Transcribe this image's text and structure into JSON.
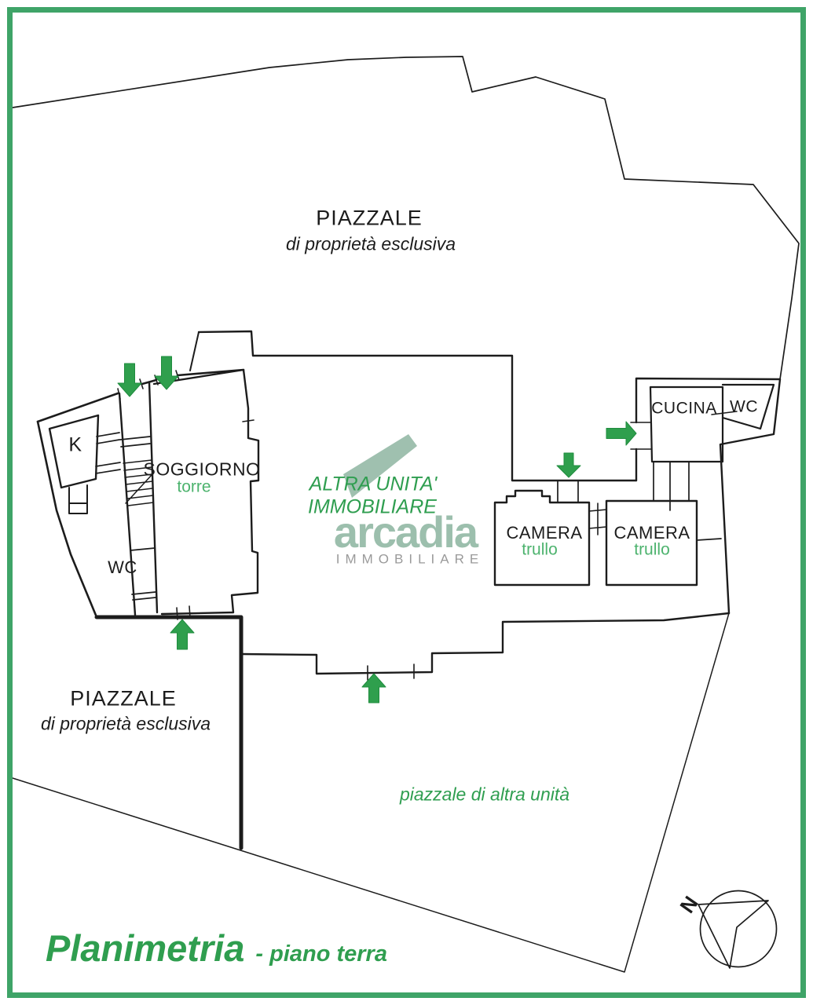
{
  "areas": {
    "piazzale_top": {
      "title": "PIAZZALE",
      "subtitle": "di proprietà esclusiva"
    },
    "piazzale_bottom": {
      "title": "PIAZZALE",
      "subtitle": "di proprietà esclusiva"
    },
    "altra_unita": {
      "line1": "ALTRA UNITA'",
      "line2": "IMMOBILIARE"
    },
    "piazzale_altra": {
      "label": "piazzale di altra unità"
    }
  },
  "rooms": {
    "k": {
      "label": "K"
    },
    "soggiorno": {
      "name": "SOGGIORNO",
      "type": "torre"
    },
    "wc_left": {
      "label": "WC"
    },
    "camera_west": {
      "name": "CAMERA",
      "type": "trullo"
    },
    "camera_east": {
      "name": "CAMERA",
      "type": "trullo"
    },
    "cucina": {
      "label": "CUCINA"
    },
    "wc_right": {
      "label": "WC"
    }
  },
  "watermark": {
    "brand": "arcadia",
    "subtitle": "IMMOBILIARE"
  },
  "entrances": [
    {
      "icon": "entrance-arrow-icon",
      "direction": "down"
    },
    {
      "icon": "entrance-arrow-icon",
      "direction": "down"
    },
    {
      "icon": "entrance-arrow-icon",
      "direction": "up"
    },
    {
      "icon": "entrance-arrow-icon",
      "direction": "down"
    },
    {
      "icon": "entrance-arrow-icon",
      "direction": "right"
    },
    {
      "icon": "entrance-arrow-icon",
      "direction": "up"
    }
  ],
  "compass": {
    "icon": "north-compass-icon",
    "north_label": "N"
  },
  "footer": {
    "title": "Planimetria",
    "subtitle": "- piano terra"
  },
  "colors": {
    "frame_green": "#3fa468",
    "arrow_green": "#2f9f4d",
    "text_green": "#2f9e50",
    "soft_text_green": "#4db36e",
    "brand_sage": "#9cbfad",
    "brand_gray": "#9a9a9a",
    "line_black": "#1c1c1c"
  }
}
